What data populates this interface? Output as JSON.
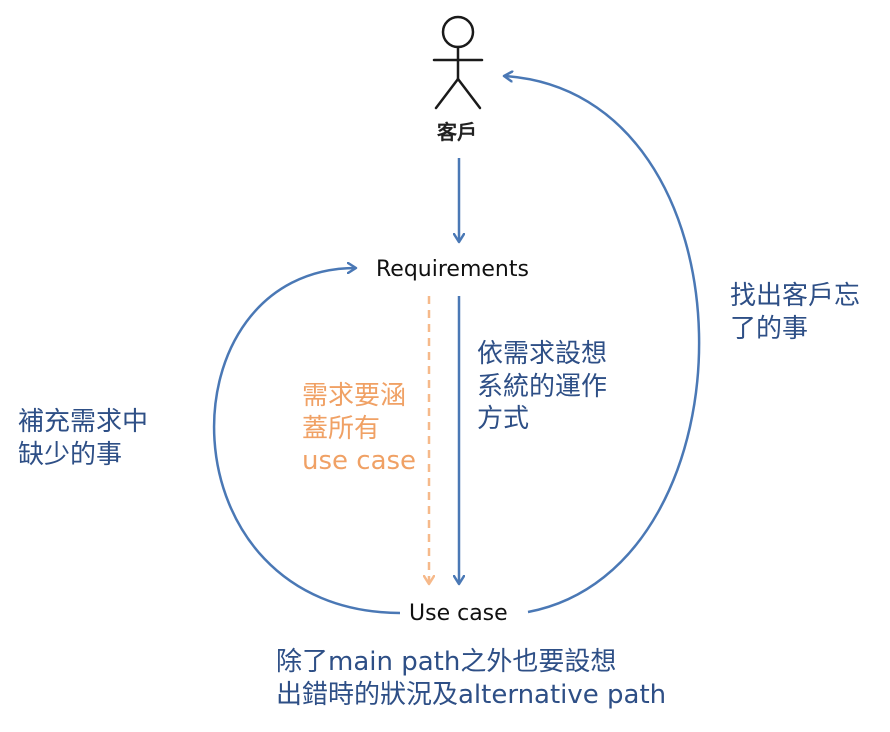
{
  "actor": {
    "name": "客戶"
  },
  "nodes": {
    "requirements": "Requirements",
    "use_case": "Use case"
  },
  "notes": {
    "left": [
      "補充需求中",
      "缺少的事"
    ],
    "center_orange": [
      "需求要涵",
      "蓋所有",
      "use case"
    ],
    "center_blue": [
      "依需求設想",
      "系統的運作",
      "方式"
    ],
    "right": [
      "找出客戶忘",
      "了的事"
    ],
    "bottom": [
      "除了main path之外也要設想",
      "出錯時的狀況及alternative path"
    ]
  },
  "colors": {
    "arrow_blue": "#4a78b5",
    "arrow_orange": "#f6b98a",
    "note_blue": "#2e4f86",
    "note_orange": "#f0a165"
  }
}
